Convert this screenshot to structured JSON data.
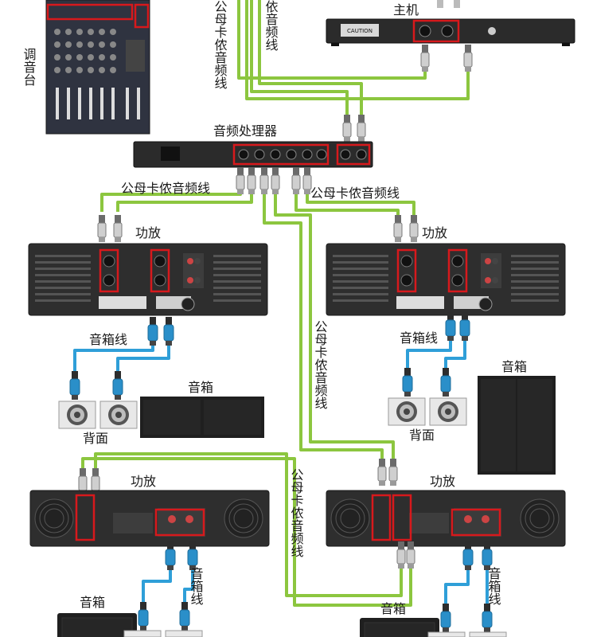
{
  "labels": {
    "mixer": "调音台",
    "host": "主机",
    "processor": "音频处理器",
    "xlr_cable": "公母卡侬音频线",
    "xlr_cable_partial": "依音频线",
    "amplifier": "功放",
    "speaker_cable": "音箱线",
    "speaker": "音箱",
    "back_side": "背面",
    "caution": "CAUTION"
  },
  "colors": {
    "cable_green": "#8cc63f",
    "cable_blue": "#2f9fd8",
    "highlight_red": "#d7191c",
    "device_dark": "#2b2b2b",
    "device_mid": "#3a3a3a"
  },
  "icons": [
    "xlr-connector-icon",
    "speakon-connector-icon",
    "speakon-socket-icon",
    "power-cord-icon"
  ]
}
